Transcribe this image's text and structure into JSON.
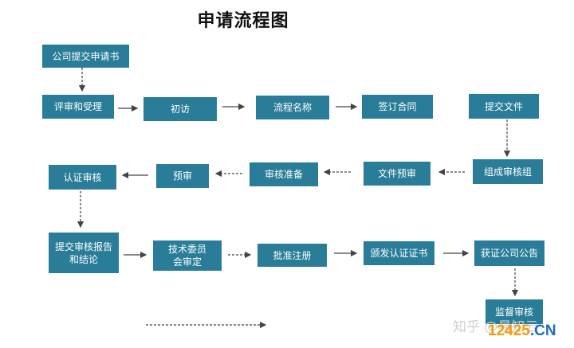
{
  "title": "申请流程图",
  "boxes": {
    "submit_application": "公司提交申请书",
    "review_accept": "评审和受理",
    "initial_visit": "初访",
    "process_name": "流程名称",
    "sign_contract": "签订合同",
    "submit_files": "提交文件",
    "form_review_team": "组成审核组",
    "doc_prereview": "文件预审",
    "review_prep": "审核准备",
    "prereview": "预审",
    "cert_review": "认证审核",
    "submit_report_line1": "提交审核报告",
    "submit_report_line2": "和结论",
    "committee_line1": "技术委员",
    "committee_line2": "会审定",
    "approve_register": "批准注册",
    "issue_certificate": "颁发认证证书",
    "company_announcement": "获证公司公告",
    "supervision_review": "监督审核"
  },
  "watermark": "知乎 @易知云",
  "logo": {
    "part1": "12425",
    "part2": ".CN"
  },
  "colors": {
    "box": "#2a7d98",
    "arrow": "#444444"
  }
}
